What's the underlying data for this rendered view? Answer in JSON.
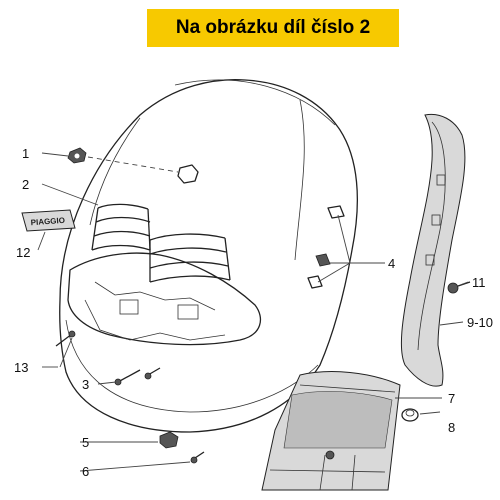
{
  "banner": {
    "text": "Na obrázku díl číslo 2",
    "background": "#f7c900"
  },
  "emblem": {
    "text": "PIAGGIO"
  },
  "callouts": {
    "c1": "1",
    "c2": "2",
    "c3": "3",
    "c4": "4",
    "c5": "5",
    "c6": "6",
    "c7": "7",
    "c8": "8",
    "c9_10": "9-10",
    "c11": "11",
    "c12": "12",
    "c13": "13"
  }
}
